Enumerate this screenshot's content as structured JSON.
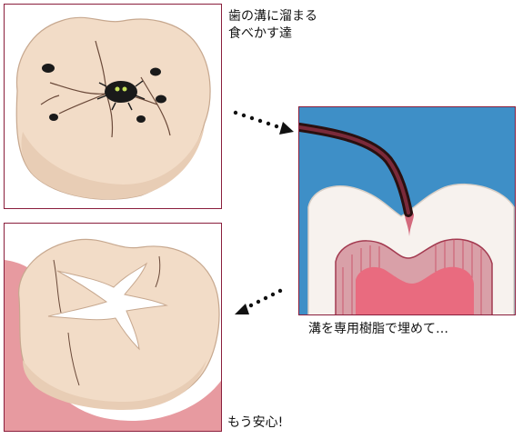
{
  "captions": {
    "food_stuck_line1": "歯の溝に溜まる",
    "food_stuck_line2": "食べかす達",
    "sealant": "溝を専用樹脂で埋めて…",
    "safe": "もう安心!"
  },
  "colors": {
    "frame": "#8a1e3c",
    "tooth": "#f2dcc7",
    "gum": "#e79aa0",
    "pulp": "#c9465f",
    "background_blue": "#3e8fc7",
    "sealant_white": "#ffffff",
    "germ": "#1a1a1a"
  },
  "icons": [
    "dotted-arrow-right",
    "dotted-arrow-down-left",
    "germ-icon",
    "applicator-nozzle-icon"
  ]
}
